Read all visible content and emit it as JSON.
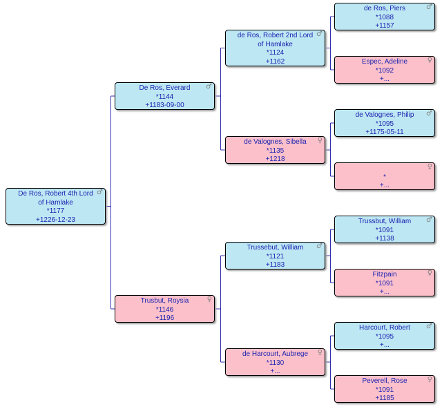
{
  "colors": {
    "male": "#bde7f3",
    "female": "#fcc0cb",
    "text": "#1a22b0",
    "line": "#2f2fb0"
  },
  "people": [
    {
      "id": "p0",
      "name": "De Ros, Robert 4th Lord of Hamlake",
      "birth": "*1177",
      "death": "+1226-12-23",
      "sex": "male",
      "symbol": "♂"
    },
    {
      "id": "p1",
      "name": "De Ros, Everard",
      "birth": "*1144",
      "death": "+1183-09-00",
      "sex": "male",
      "symbol": "♂"
    },
    {
      "id": "p2",
      "name": "Trusbut, Roysia",
      "birth": "*1146",
      "death": "+1196",
      "sex": "female",
      "symbol": "♀"
    },
    {
      "id": "p3",
      "name": "de Ros, Robert 2nd Lord of Hamlake",
      "birth": "*1124",
      "death": "+1162",
      "sex": "male",
      "symbol": "♂"
    },
    {
      "id": "p4",
      "name": "de Valognes, Sibella",
      "birth": "*1135",
      "death": "+1218",
      "sex": "female",
      "symbol": "♀"
    },
    {
      "id": "p5",
      "name": "Trussebut, William",
      "birth": "*1121",
      "death": "+1183",
      "sex": "male",
      "symbol": "♂"
    },
    {
      "id": "p6",
      "name": "de Harcourt, Aubrege",
      "birth": "*1130",
      "death": "+...",
      "sex": "female",
      "symbol": "♀"
    },
    {
      "id": "p7",
      "name": "de Ros, Piers",
      "birth": "*1088",
      "death": "+1157",
      "sex": "male",
      "symbol": "♂"
    },
    {
      "id": "p8",
      "name": "Espec, Adeline",
      "birth": "*1092",
      "death": "+...",
      "sex": "female",
      "symbol": "♀"
    },
    {
      "id": "p9",
      "name": "de Valognes, Philip",
      "birth": "*1095",
      "death": "+1175-05-11",
      "sex": "male",
      "symbol": "♂"
    },
    {
      "id": "p10",
      "name": "",
      "birth": "*",
      "death": "+...",
      "sex": "female",
      "symbol": "♀"
    },
    {
      "id": "p11",
      "name": "Trussbut, William",
      "birth": "*1091",
      "death": "+1138",
      "sex": "male",
      "symbol": "♂"
    },
    {
      "id": "p12",
      "name": "Fitzpain",
      "birth": "*1091",
      "death": "+...",
      "sex": "female",
      "symbol": "♀"
    },
    {
      "id": "p13",
      "name": "Harcourt, Robert",
      "birth": "*1095",
      "death": "+...",
      "sex": "male",
      "symbol": "♂"
    },
    {
      "id": "p14",
      "name": "Peverell, Rose",
      "birth": "*1091",
      "death": "+1185",
      "sex": "female",
      "symbol": "♀"
    }
  ],
  "relations": [
    {
      "child": "p0",
      "father": "p1",
      "mother": "p2"
    },
    {
      "child": "p1",
      "father": "p3",
      "mother": "p4"
    },
    {
      "child": "p2",
      "father": "p5",
      "mother": "p6"
    },
    {
      "child": "p3",
      "father": "p7",
      "mother": "p8"
    },
    {
      "child": "p4",
      "father": "p9",
      "mother": "p10"
    },
    {
      "child": "p5",
      "father": "p11",
      "mother": "p12"
    },
    {
      "child": "p6",
      "father": "p13",
      "mother": "p14"
    }
  ]
}
